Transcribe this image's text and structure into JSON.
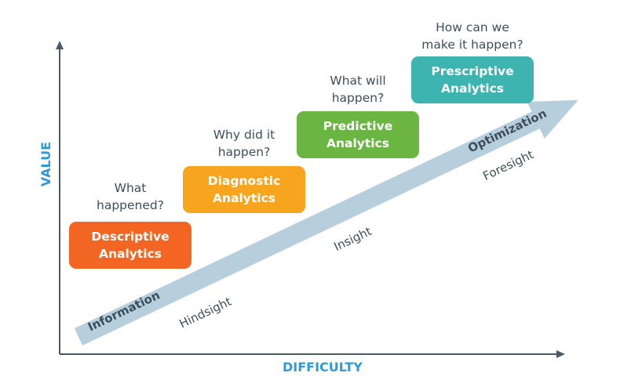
{
  "axes": {
    "y_label": "VALUE",
    "x_label": "DIFFICULTY"
  },
  "colors": {
    "axis": "#4a5a66",
    "axis_label": "#2e9bd6",
    "arrow": "#b7cfdc",
    "text": "#3d4f5c"
  },
  "stages": [
    {
      "question": [
        "What",
        "happened?"
      ],
      "title": [
        "Descriptive",
        "Analytics"
      ],
      "color": "#f26522"
    },
    {
      "question": [
        "Why did it",
        "happen?"
      ],
      "title": [
        "Diagnostic",
        "Analytics"
      ],
      "color": "#f7a51f"
    },
    {
      "question": [
        "What will",
        "happen?"
      ],
      "title": [
        "Predictive",
        "Analytics"
      ],
      "color": "#6bb542"
    },
    {
      "question": [
        "How can we",
        "make it happen?"
      ],
      "title": [
        "Prescriptive",
        "Analytics"
      ],
      "color": "#3db4b0"
    }
  ],
  "arrow_labels": {
    "on_arrow": [
      "Information",
      "Optimization"
    ],
    "below_arrow": [
      "Hindsight",
      "Insight",
      "Foresight"
    ]
  }
}
